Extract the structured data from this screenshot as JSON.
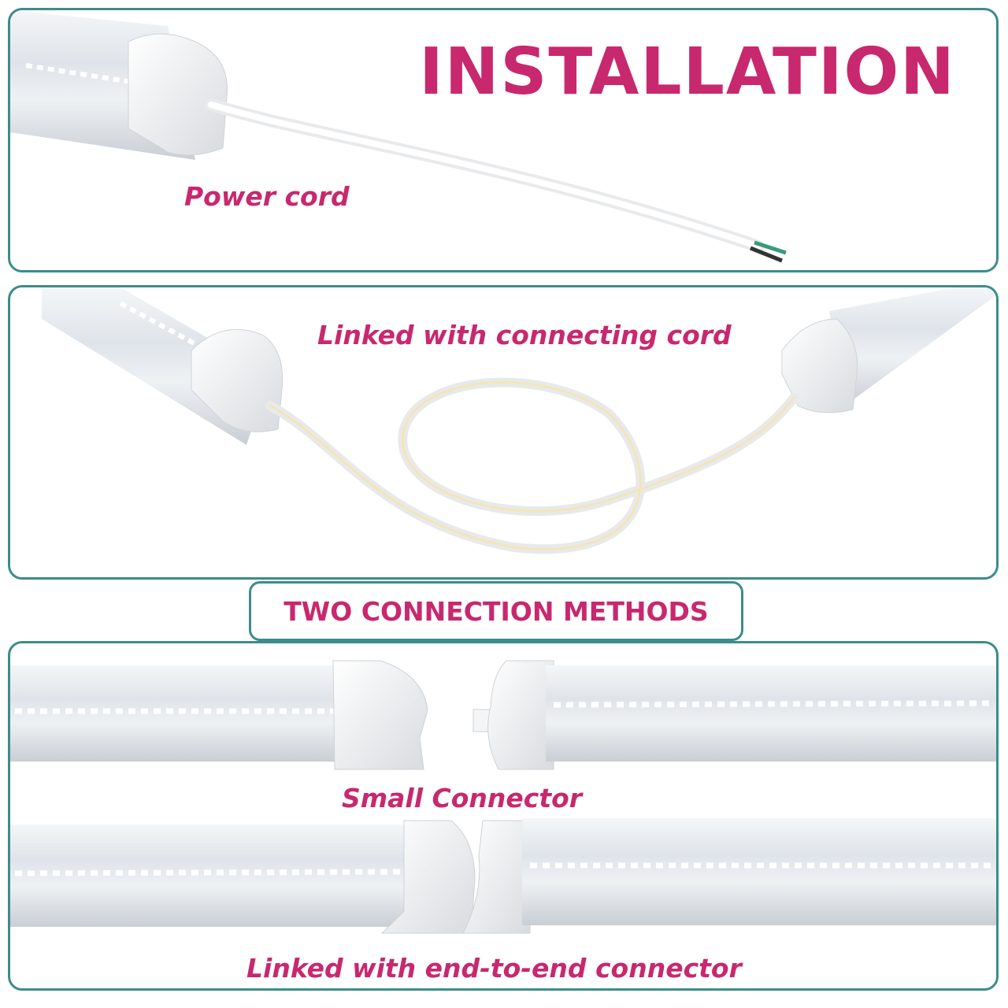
{
  "header": {
    "title": "INSTALLATION"
  },
  "section_power": {
    "caption": "Power cord"
  },
  "section_linked_cord": {
    "caption": "Linked with connecting cord"
  },
  "methods": {
    "label": "TWO CONNECTION METHODS"
  },
  "section_small": {
    "caption": "Small Connector"
  },
  "section_end_to_end": {
    "caption": "Linked with end-to-end connector"
  },
  "colors": {
    "accent": "#c8286e",
    "border": "#3c8c8c"
  }
}
